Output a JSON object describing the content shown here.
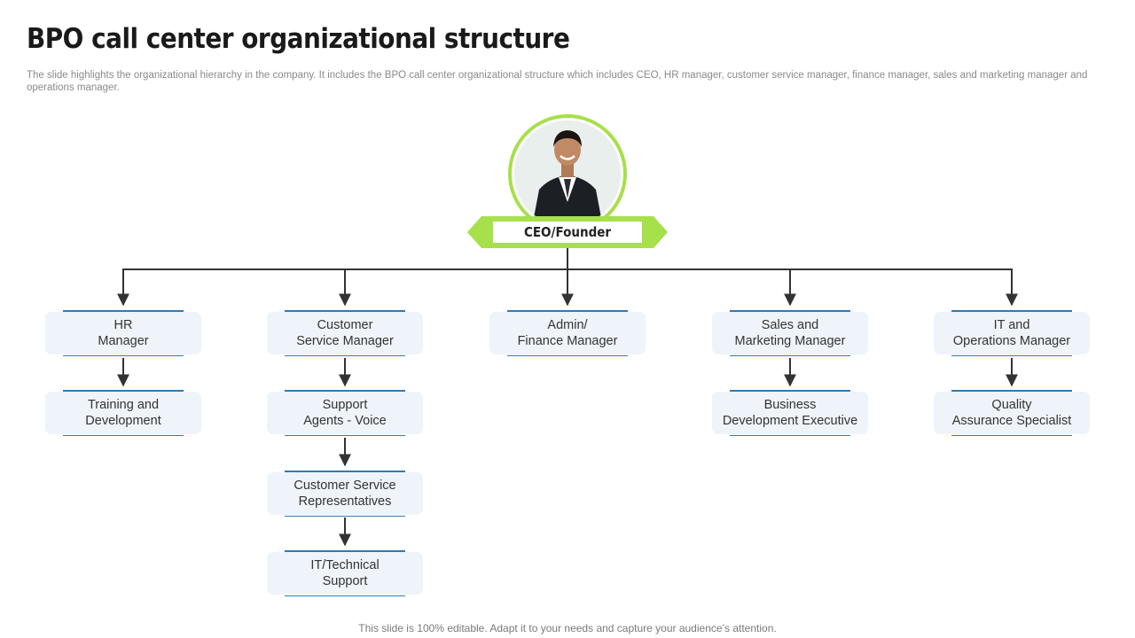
{
  "header": {
    "title": "BPO call center organizational structure",
    "subtitle": "The slide highlights the organizational hierarchy in the company. It includes the BPO call center organizational structure which includes CEO, HR manager, customer service manager, finance manager, sales and marketing manager and operations manager."
  },
  "ceo": {
    "label": "CEO/Founder"
  },
  "columns": [
    {
      "manager": "HR\nManager",
      "reports": [
        "Training and\nDevelopment"
      ]
    },
    {
      "manager": "Customer\nService Manager",
      "reports": [
        "Support\nAgents - Voice",
        "Customer Service\nRepresentatives",
        "IT/Technical\nSupport"
      ]
    },
    {
      "manager": "Admin/\nFinance Manager",
      "reports": []
    },
    {
      "manager": "Sales and\nMarketing Manager",
      "reports": [
        "Business\nDevelopment Executive"
      ]
    },
    {
      "manager": "IT and\nOperations Manager",
      "reports": [
        "Quality\nAssurance Specialist"
      ]
    }
  ],
  "footer": {
    "text": "This slide is 100% editable. Adapt it to your needs and capture your audience’s attention."
  },
  "colors": {
    "accent": "#a6e04a",
    "node_fill": "#eef4fa",
    "node_line": "#2e7bb6",
    "connector": "#333333"
  }
}
